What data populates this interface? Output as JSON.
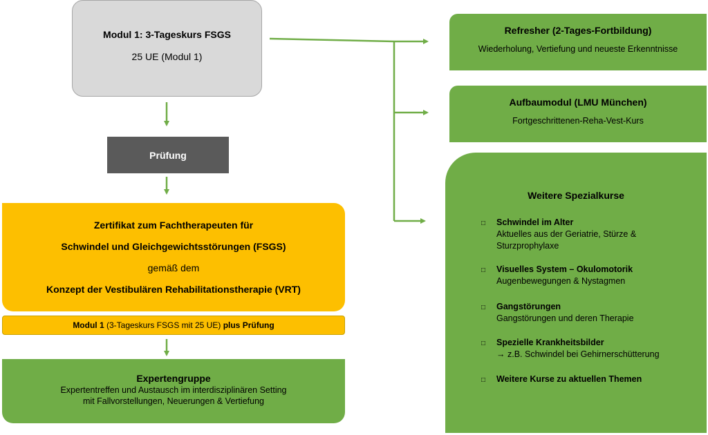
{
  "modul1": {
    "title": "Modul 1: 3-Tageskurs FSGS",
    "subtitle": "25 UE (Modul 1)"
  },
  "pruefung": {
    "label": "Prüfung"
  },
  "zertifikat": {
    "line1": "Zertifikat zum Fachtherapeuten für",
    "line2": "Schwindel und Gleichgewichtsstörungen (FSGS)",
    "line3": "gemäß dem",
    "line4": "Konzept der Vestibulären Rehabilitationstherapie (VRT)"
  },
  "modulbar": {
    "part1": "Modul 1",
    "part2": " (3-Tageskurs FSGS mit 25 UE) ",
    "part3": "plus Prüfung"
  },
  "experten": {
    "title": "Expertengruppe",
    "line1": "Expertentreffen und Austausch im interdisziplinären Setting",
    "line2": "mit Fallvorstellungen, Neuerungen & Vertiefung"
  },
  "refresher": {
    "title": "Refresher (2-Tages-Fortbildung)",
    "text": "Wiederholung, Vertiefung und neueste Erkenntnisse"
  },
  "aufbau": {
    "title": "Aufbaumodul (LMU München)",
    "text": "Fortgeschrittenen-Reha-Vest-Kurs"
  },
  "spezial": {
    "title": "Weitere Spezialkurse",
    "bullet": "□",
    "items": [
      {
        "title": "Schwindel im Alter",
        "line1": "Aktuelles aus der Geriatrie, Stürze &",
        "line2": "Sturzprophylaxe"
      },
      {
        "title": "Visuelles System – Okulomotorik",
        "line1": "Augenbewegungen & Nystagmen",
        "line2": ""
      },
      {
        "title": "Gangstörungen",
        "line1": "Gangstörungen und deren Therapie",
        "line2": ""
      },
      {
        "title": "Spezielle Krankheitsbilder",
        "line1": "→ z.B. Schwindel bei Gehirnerschütterung",
        "line2": ""
      },
      {
        "title": "Weitere Kurse zu aktuellen Themen",
        "line1": "",
        "line2": ""
      }
    ]
  },
  "colors": {
    "green": "#70ad47",
    "yellow": "#fdbf00",
    "gray": "#d9d9d9",
    "dark": "#5a5a5a"
  }
}
